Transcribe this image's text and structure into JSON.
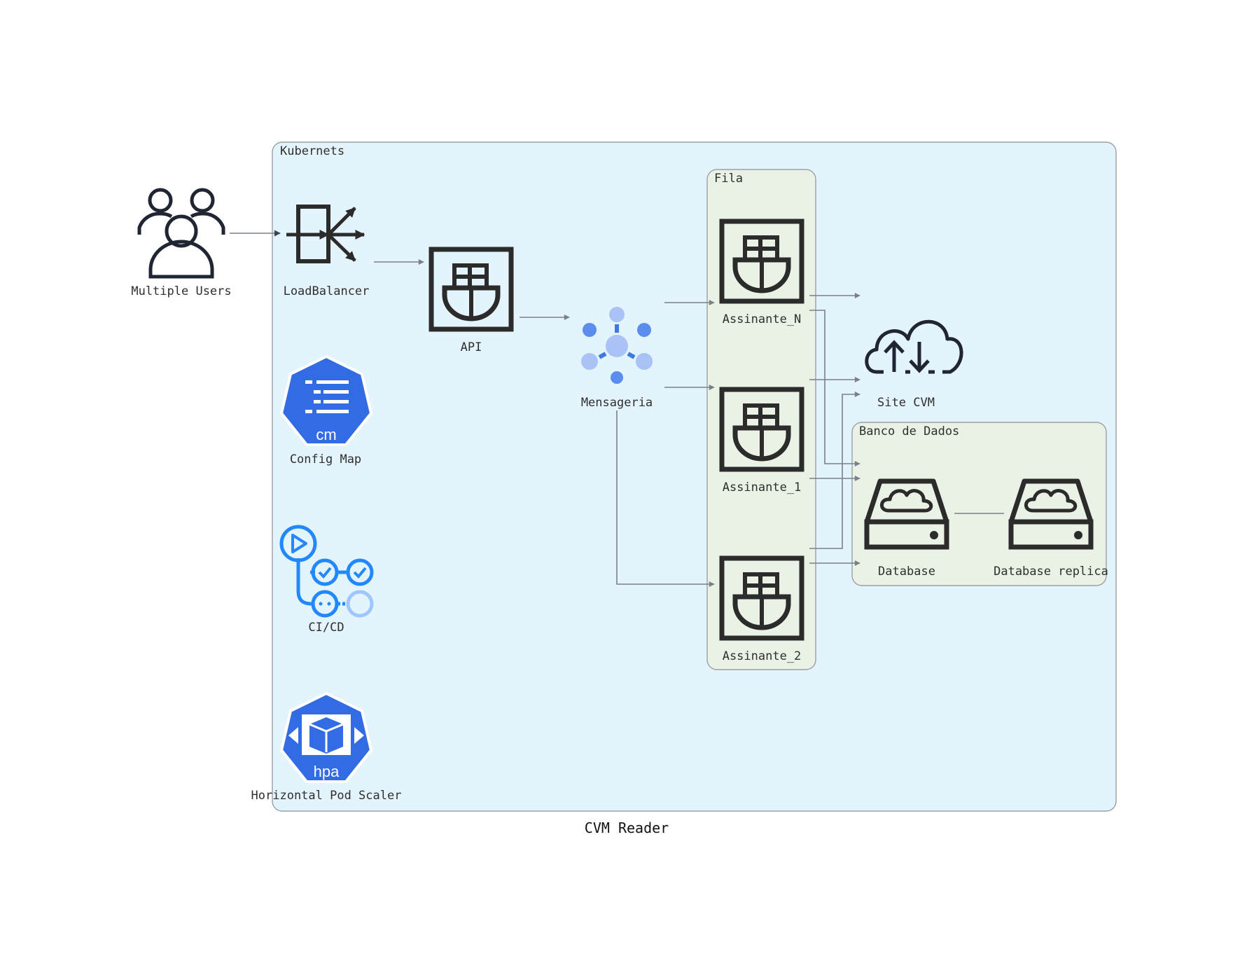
{
  "diagram": {
    "title": "CVM Reader",
    "clusters": {
      "kubernetes": "Kubernets",
      "queue": "Fila",
      "database": "Banco de Dados"
    },
    "nodes": {
      "users": "Multiple Users",
      "load_balancer": "LoadBalancer",
      "api": "API",
      "messaging": "Mensageria",
      "config_map": "Config Map",
      "config_map_badge": "cm",
      "cicd": "CI/CD",
      "hpa": "Horizontal Pod Scaler",
      "hpa_badge": "hpa",
      "subscriber_n": "Assinante_N",
      "subscriber_1": "Assinante_1",
      "subscriber_2": "Assinante_2",
      "site": "Site CVM",
      "database": "Database",
      "database_replica": "Database replica"
    },
    "colors": {
      "kubernetes_bg": "#e3f4fc",
      "cluster_bg": "#eaf2e6",
      "cluster_border": "#9aa0a6",
      "icon_dark": "#2b2b2b",
      "k8s_blue": "#326ce5",
      "messaging_blue": "#5b8def",
      "messaging_light": "#a9c3f7",
      "cicd_blue": "#2188ff",
      "edge": "#7a8088"
    }
  }
}
